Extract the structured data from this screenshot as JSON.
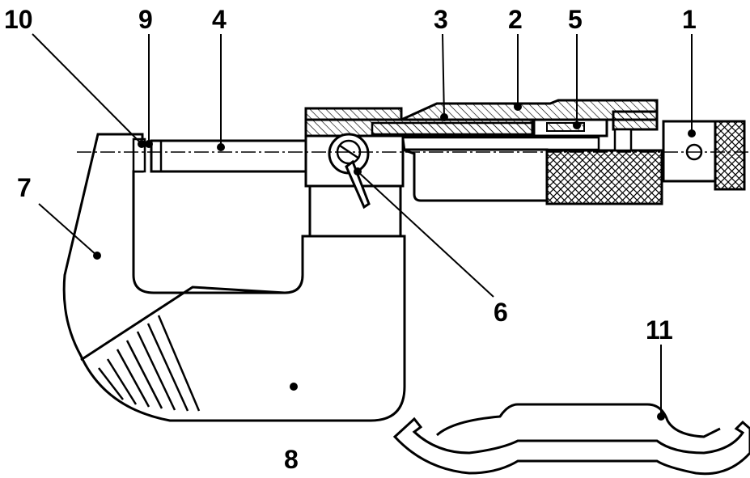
{
  "diagram": {
    "labels": {
      "1": "1",
      "2": "2",
      "3": "3",
      "4": "4",
      "5": "5",
      "6": "6",
      "7": "7",
      "8": "8",
      "9": "9",
      "10": "10",
      "11": "11"
    },
    "colors": {
      "stroke": "#000000",
      "fill": "#ffffff"
    }
  }
}
